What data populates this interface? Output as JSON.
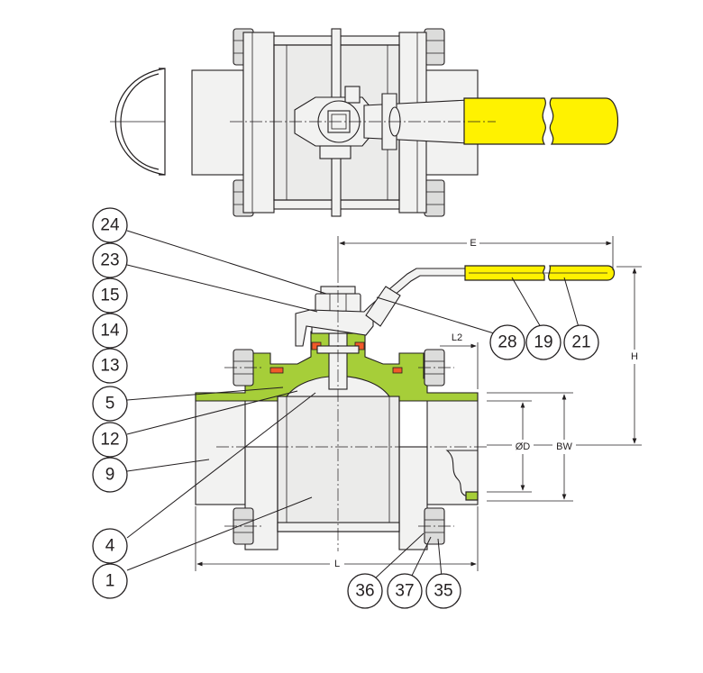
{
  "callouts_left": [
    "24",
    "23",
    "15",
    "14",
    "13",
    "5",
    "12",
    "9",
    "4",
    "1"
  ],
  "callouts_right_top": [
    "28",
    "19",
    "21"
  ],
  "callouts_bottom": [
    "36",
    "37",
    "35"
  ],
  "dimensions": {
    "E": "E",
    "H": "H",
    "L2": "L2",
    "OD": "ØD",
    "BW": "BW",
    "L": "L"
  },
  "colors": {
    "handle_sleeve": "#fff200",
    "seal_parts": "#a6ce39",
    "packing": "#f15a29",
    "metal_body": "#ebebea"
  }
}
